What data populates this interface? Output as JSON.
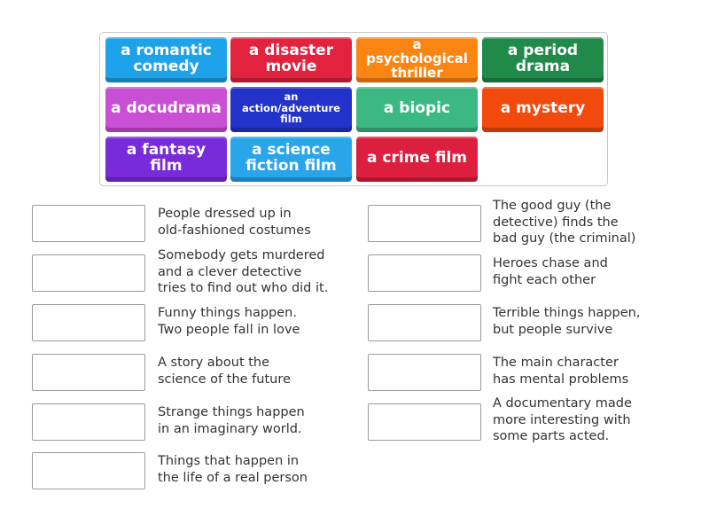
{
  "tiles": [
    {
      "label": "a romantic\ncomedy",
      "color": "#1ea3ea"
    },
    {
      "label": "a disaster\nmovie",
      "color": "#e2233f"
    },
    {
      "label": "a psychological\nthriller",
      "color": "#fb8512"
    },
    {
      "label": "a period\ndrama",
      "color": "#1f8a4a"
    },
    {
      "label": "a docudrama",
      "color": "#c94fd4"
    },
    {
      "label": "an action/adventure\nfilm",
      "color": "#2333c9"
    },
    {
      "label": "a biopic",
      "color": "#3cb983"
    },
    {
      "label": "a mystery",
      "color": "#f24a0c"
    },
    {
      "label": "a fantasy film",
      "color": "#7a2bd9"
    },
    {
      "label": "a science\nfiction film",
      "color": "#2aa5ea"
    },
    {
      "label": "a crime film",
      "color": "#dc1f3e"
    }
  ],
  "descriptions_left": [
    "People dressed up in\nold-fashioned costumes",
    "Somebody gets murdered\nand a clever detective\ntries to find out who did it.",
    "Funny things happen.\nTwo people fall in love",
    "A story about the\nscience of the future",
    "Strange things happen\nin an imaginary world.",
    "Things that happen in\nthe life of a real person"
  ],
  "descriptions_right": [
    "The good guy (the\ndetective) finds the\nbad guy (the criminal)",
    "Heroes chase and\nfight each other",
    "Terrible things happen,\nbut people survive",
    "The main character\nhas mental problems",
    "A documentary made\nmore interesting with\nsome parts acted."
  ]
}
